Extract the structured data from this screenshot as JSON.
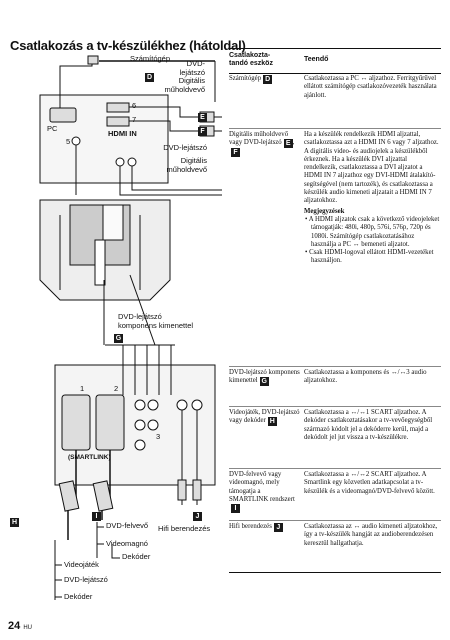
{
  "page": {
    "title": "Csatlakozás a tv-készülékhez (hátoldal)",
    "page_number": "24",
    "page_lang": "HU"
  },
  "diagram": {
    "labels": {
      "szamitogep": "Számítógép",
      "dvd_digitalis": "DVD-\nlejátszó\nDigitális\nműholdvevő",
      "dvd_lejatszo": "DVD-lejátszó",
      "digitalis_muholdvevo": "Digitális\nműholdvevő",
      "dvd_komponens": "DVD-lejátszó\nkomponens kimenettel",
      "dvd_felvevo": "DVD-felvevő",
      "videomagno": "Videomagnó",
      "dekoder": "Dekóder",
      "hifi": "Hifi berendezés",
      "videojatek": "Videojáték",
      "dvd_lejatszo_2": "DVD-lejátszó",
      "dekoder_2": "Dekóder",
      "pc_port": "PC",
      "hdmi_in": "HDMI IN",
      "smartlink": "(SMARTLINK)",
      "port_6": "6",
      "port_7": "7",
      "port_5": "5",
      "port_1": "1",
      "port_2": "2",
      "port_3": "3"
    },
    "badges": {
      "D": "D",
      "E": "E",
      "F": "F",
      "G": "G",
      "H": "H",
      "I": "I",
      "J": "J"
    }
  },
  "table": {
    "header_device": "Csatlakozta-\ntandó eszköz",
    "header_action": "Teendő",
    "rows": [
      {
        "device": "Számítógép",
        "badges": [
          "D"
        ],
        "action": "Csatlakoztassa a PC ↔ aljzathoz. Ferritgyűrűvel ellátott számítógép csatlakozóvezeték használata ajánlott."
      },
      {
        "device": "Digitális műholdvevő vagy DVD-lejátszó",
        "badges": [
          "E",
          "F"
        ],
        "action": "Ha a készülék rendelkezik HDMI aljzattal, csatlakoztassa azt a HDMI IN 6 vagy 7 aljzathoz. A digitális video- és audiojelek a készülékből érkeznek. Ha a készülék DVI aljzattal rendelkezik, csatlakoztassa a DVI aljzatot a HDMI IN 7 aljzathoz egy DVI-HDMI átalakító-segítségével (nem tartozék), és csatlakoztassa a készülék audio kimeneti aljzatait a HDMI IN 7 aljzatokhoz.",
        "note_title": "Megjegyzések",
        "notes": [
          "A HDMI aljzatok csak a következő videojeleket támogatják: 480i, 480p, 576i, 576p, 720p és 1080i. Számítógép csatlakoztatásához használja a PC ↔ bemeneti aljzatot.",
          "Csak HDMI-logoval ellátott HDMI-vezetéket használjon."
        ]
      },
      {
        "device": "DVD-lejátszó komponens kimenettel",
        "badges": [
          "G"
        ],
        "action": "Csatlakoztassa a komponens és ↔/↔3 audio aljzatokhoz."
      },
      {
        "device": "Videojáték, DVD-lejátszó vagy dekóder",
        "badges": [
          "H"
        ],
        "action": "Csatlakoztassa a ↔/↔1 SCART aljzathoz. A dekóder csatlakoztatásakor a tv-vevőegységből származó kódolt jel a dekóderre kerül, majd a dekódolt jel jut vissza a tv-készülékre."
      },
      {
        "device": "DVD-felvevő vagy videomagnó, mely támogatja a SMARTLINK rendszert",
        "badges": [
          "I"
        ],
        "action": "Csatlakoztassa a ↔/↔2 SCART aljzathoz. A Smartlink egy közvetlen adatkapcsolat a tv-készülék és a videomagnó/DVD-felvevő között."
      },
      {
        "device": "Hifi berendezés",
        "badges": [
          "J"
        ],
        "action": "Csatlakoztassa az ↔ audio kimeneti aljzatokhoz, így a tv-készülék hangját az audioberendezésen keresztül hallgathatja."
      }
    ]
  },
  "colors": {
    "badge_bg": "#1a1a1a",
    "line": "#111111",
    "panel_fill": "#f4f4f4"
  }
}
